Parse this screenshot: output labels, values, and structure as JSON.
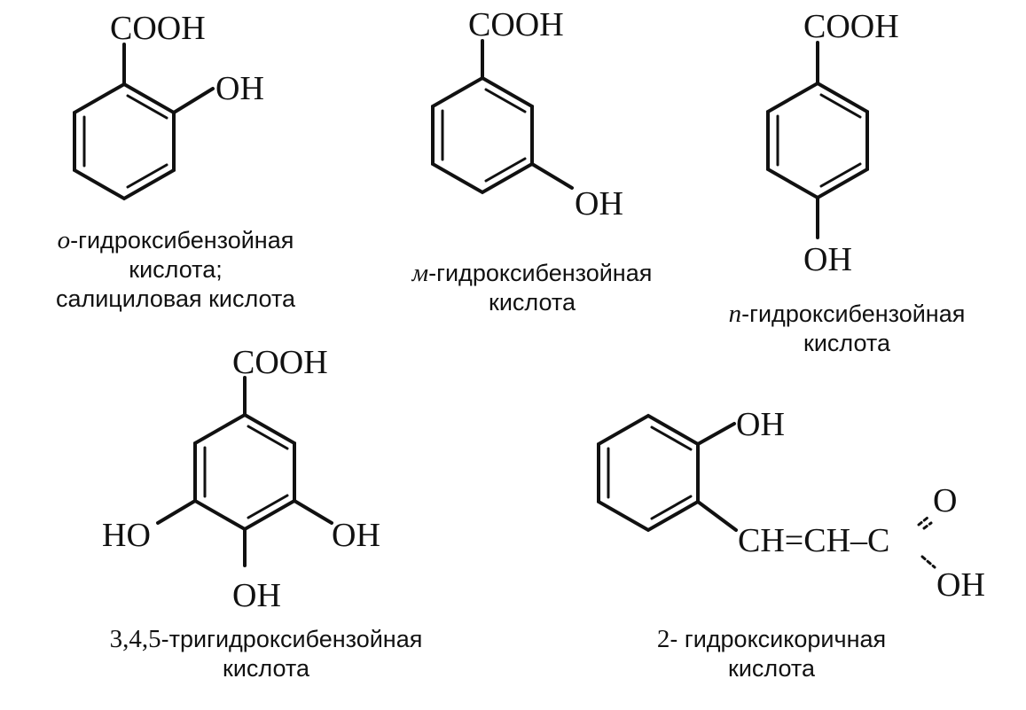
{
  "compounds": [
    {
      "id": "ortho",
      "formula_labels": [
        "COOH",
        "OH"
      ],
      "name_prefix": "о",
      "name_lines": [
        "-гидроксибензойная",
        "кислота;",
        "салициловая кислота"
      ]
    },
    {
      "id": "meta",
      "formula_labels": [
        "COOH",
        "OH"
      ],
      "name_prefix": "м",
      "name_lines": [
        "-гидроксибензойная",
        "кислота"
      ]
    },
    {
      "id": "para",
      "formula_labels": [
        "COOH",
        "OH"
      ],
      "name_prefix": "п",
      "name_lines": [
        "-гидроксибензойная",
        "кислота"
      ]
    },
    {
      "id": "gallic",
      "formula_labels": [
        "COOH",
        "HO",
        "OH",
        "OH"
      ],
      "name_prefix": "3,4,5",
      "name_lines": [
        "-тригидроксибензойная",
        "кислота"
      ]
    },
    {
      "id": "coumaric",
      "formula_labels": [
        "OH",
        "CH=CH–C",
        "O",
        "OH"
      ],
      "name_prefix": "2",
      "name_lines": [
        "- гидроксикоричная",
        "кислота"
      ]
    }
  ]
}
